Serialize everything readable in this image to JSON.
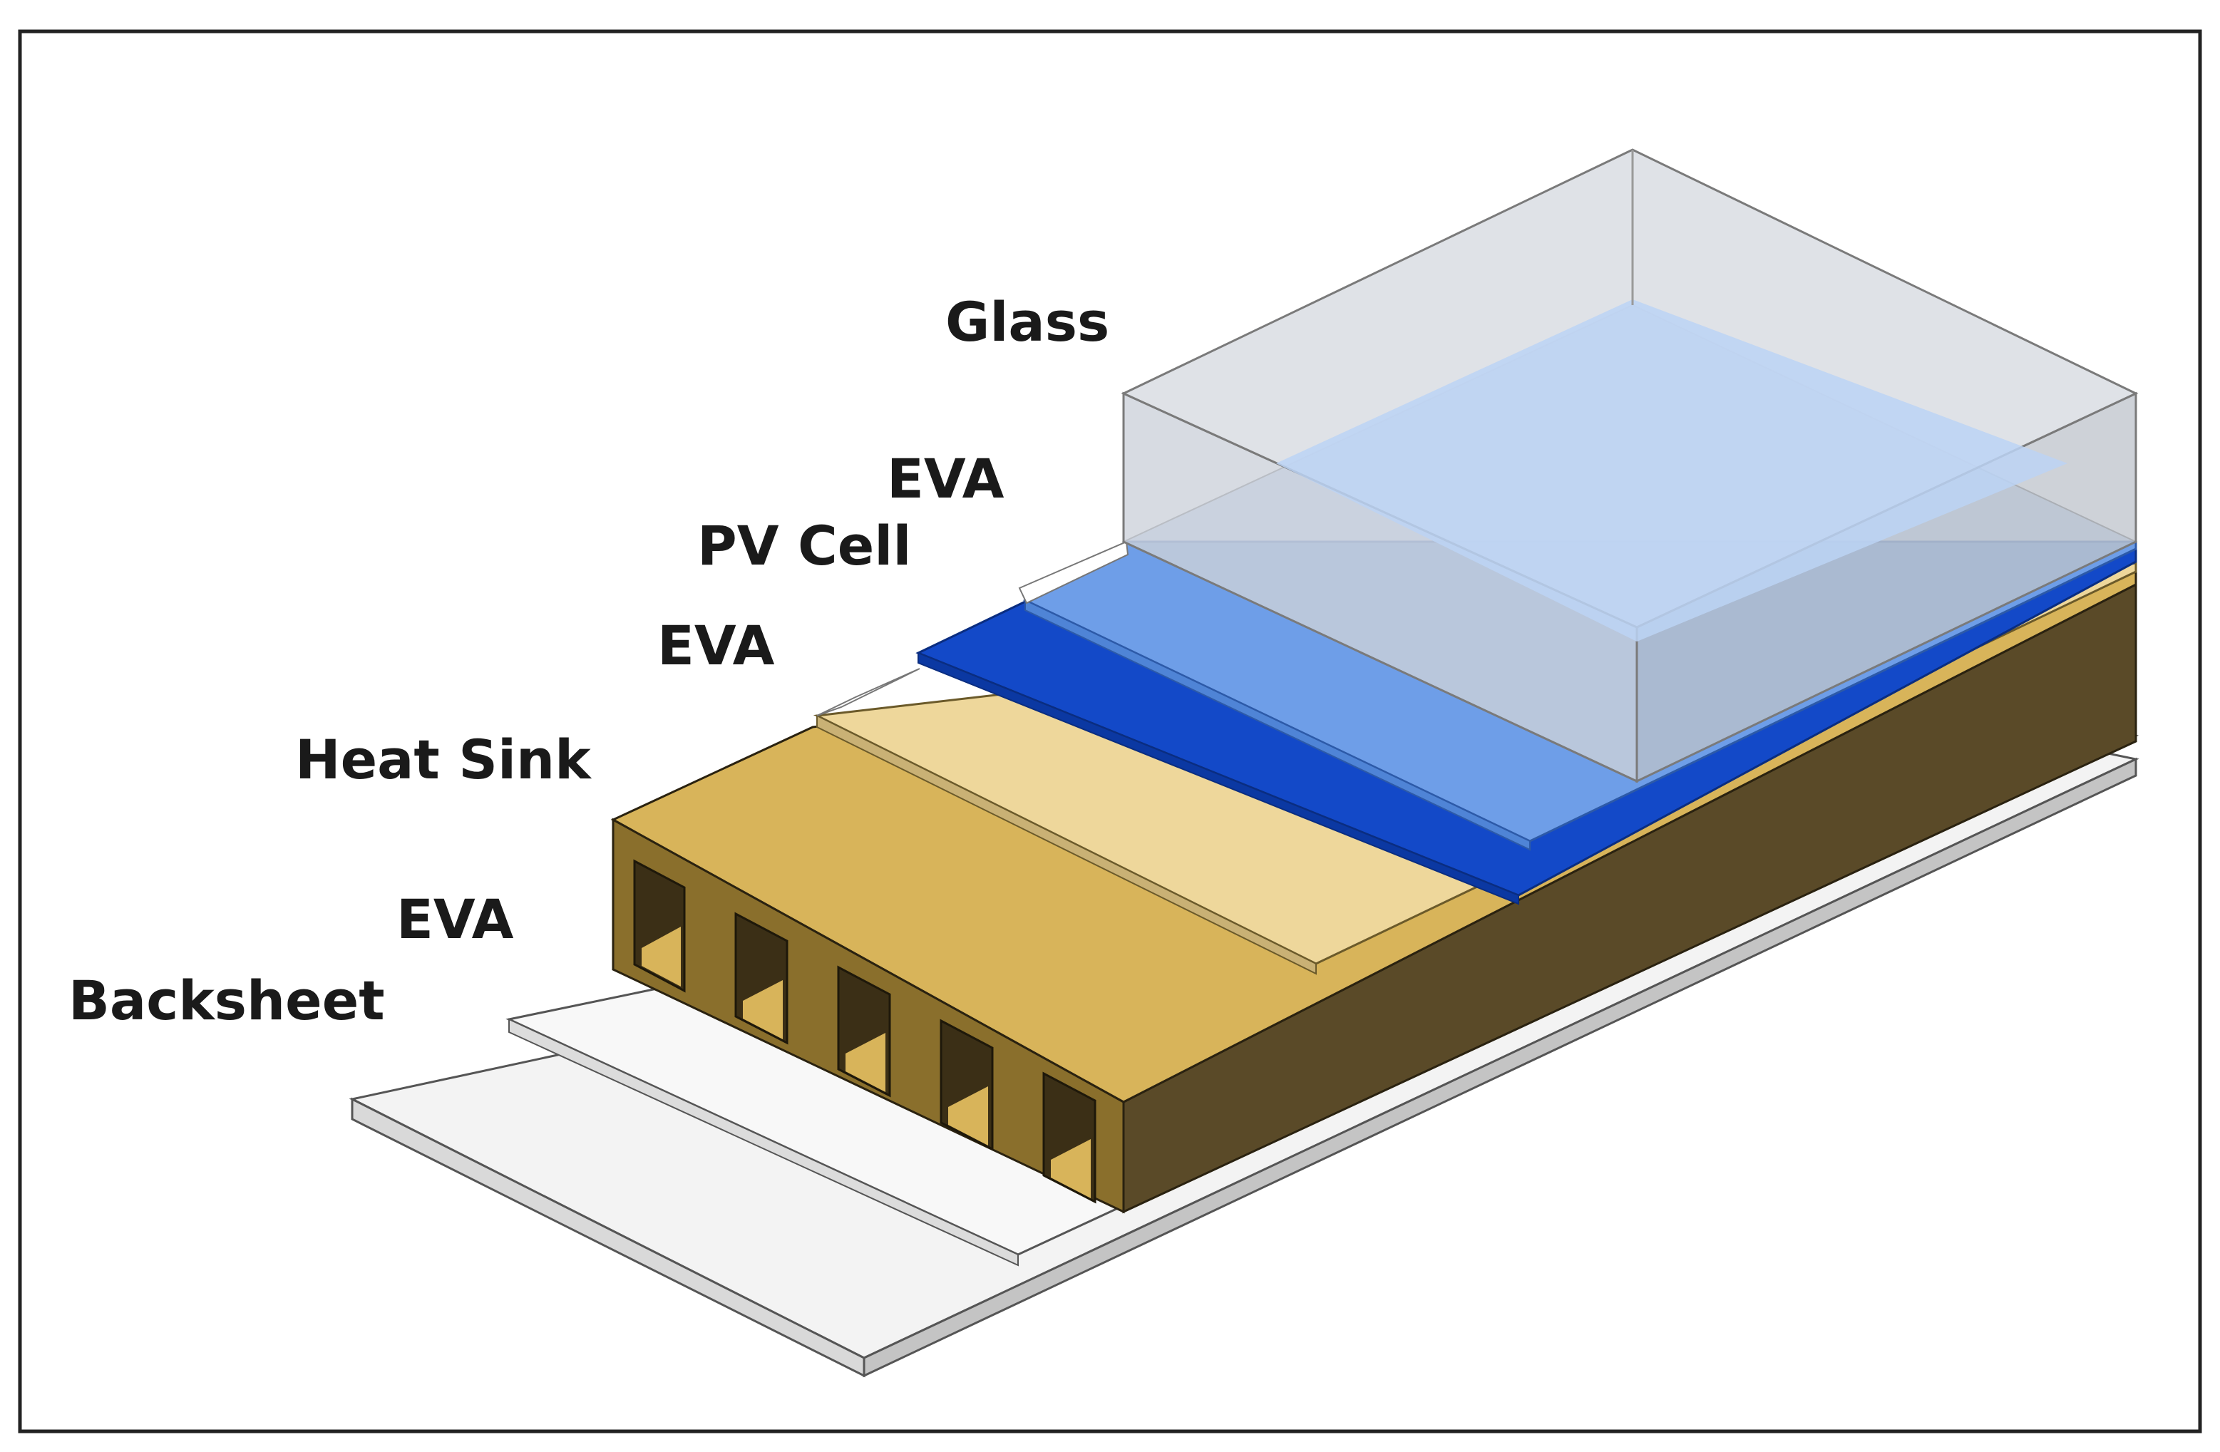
{
  "labels": {
    "glass": "Glass",
    "eva_top": "EVA",
    "pv_cell": "PV Cell",
    "eva_middle": "EVA",
    "heat_sink": "Heat Sink",
    "eva_bottom": "EVA",
    "backsheet": "Backsheet"
  },
  "colors": {
    "frame": "#222222",
    "backsheet": "#f2f2f2",
    "eva": "#f7f7f7",
    "heat_sink_top": "#d8b45a",
    "heat_sink_side": "#5a4a28",
    "heat_sink_front": "#8a6f2c",
    "eva_cream": "#eed79b",
    "pv_cell": "#1349c8",
    "eva_blue": "#6e9ee8",
    "glass_top": "#bcd3f4",
    "glass_side": "#cfd5dd"
  }
}
